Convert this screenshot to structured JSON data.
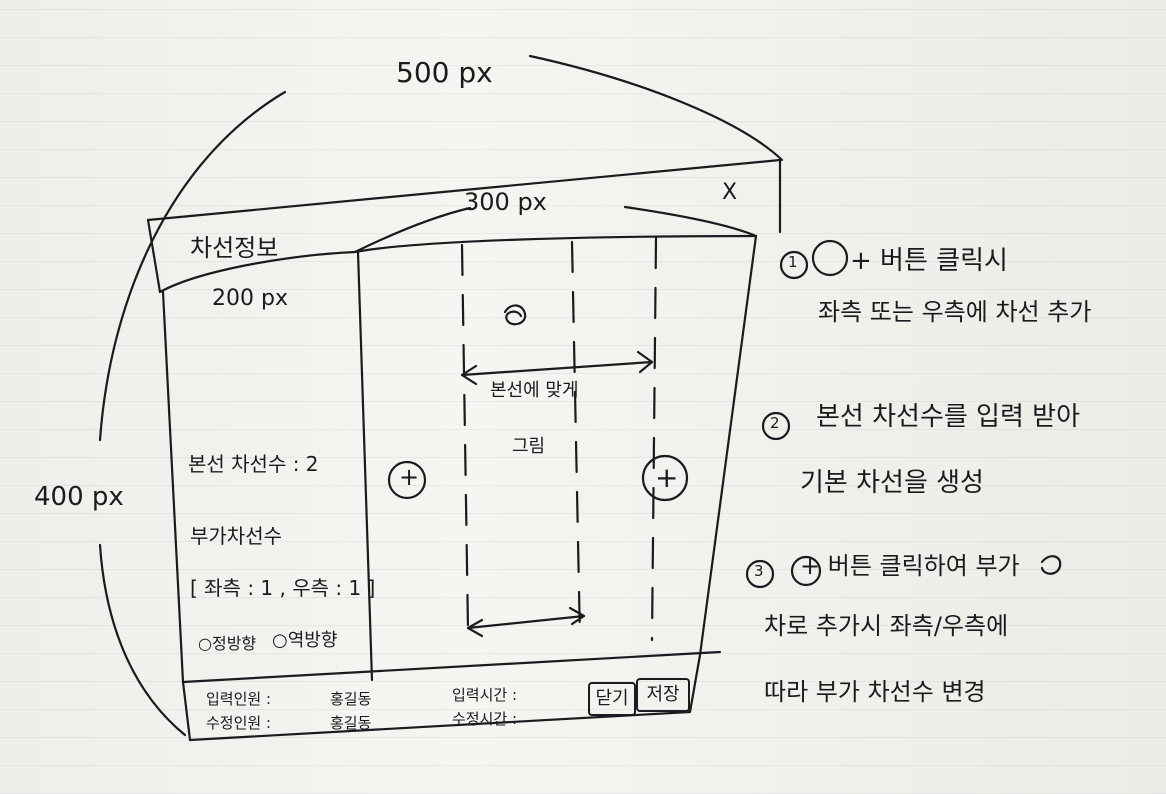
{
  "sketch": {
    "width_label": "500 px",
    "inner_width_label": "300 px",
    "sidebar_width_label": "200 px",
    "height_label": "400 px",
    "window": {
      "title": "차선정보",
      "close_glyph": "X"
    },
    "sidebar": {
      "main_lanes": "본선 차선수 : 2",
      "extra_lanes": "부가차선수",
      "extra_lanes_value": "[ 좌측 : 1 , 우측 : 1 ]",
      "direction_forward": "정방향",
      "direction_reverse": "역방향"
    },
    "canvas": {
      "note_line1": "본선에 맞게",
      "note_line2": "그림",
      "add_left_glyph": "+",
      "add_right_glyph": "+"
    },
    "footer": {
      "input_person_label": "입력인원 :",
      "input_person_value": "홍길동",
      "edit_person_label": "수정인원 :",
      "edit_person_value": "홍길동",
      "input_time_label": "입력시간 :",
      "edit_time_label": "수정시간 :",
      "close_button": "닫기",
      "save_button": "저장"
    }
  },
  "notes": [
    {
      "num": "1",
      "line1": "+ 버튼 클릭시",
      "line2": "좌측 또는 우측에 차선 추가"
    },
    {
      "num": "2",
      "line1": "본선 차선수를 입력 받아",
      "line2": "기본 차선을 생성"
    },
    {
      "num": "3",
      "line1": "+ 버튼 클릭하여 부가",
      "line2": "차로 추가시 좌측/우측에",
      "line3": "따라 부가 차선수 변경"
    }
  ]
}
